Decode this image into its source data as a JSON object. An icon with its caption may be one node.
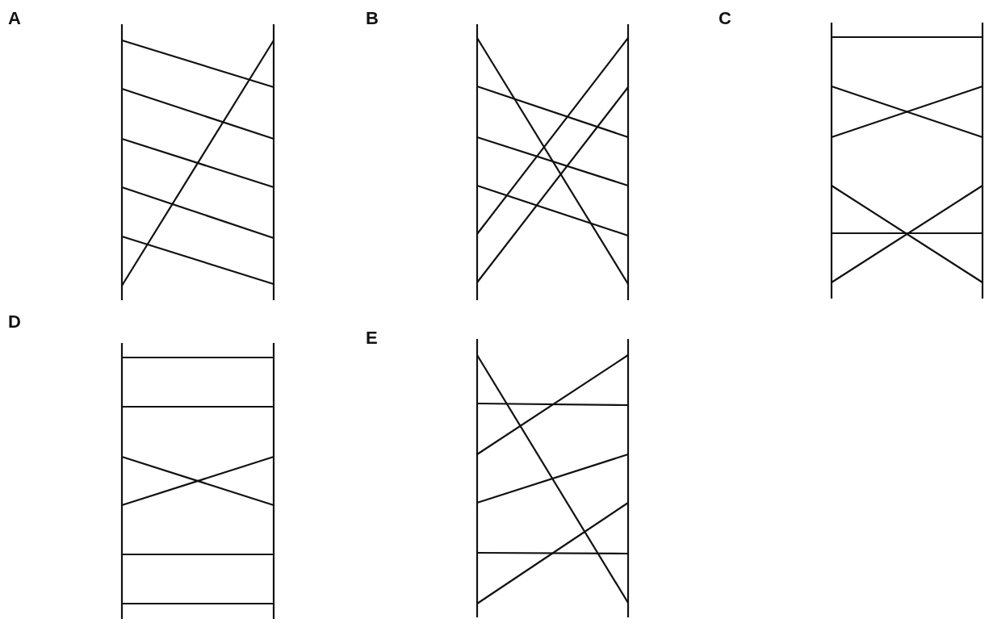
{
  "diagram": {
    "labels": [
      "A",
      "B",
      "C",
      "D",
      "E"
    ]
  }
}
